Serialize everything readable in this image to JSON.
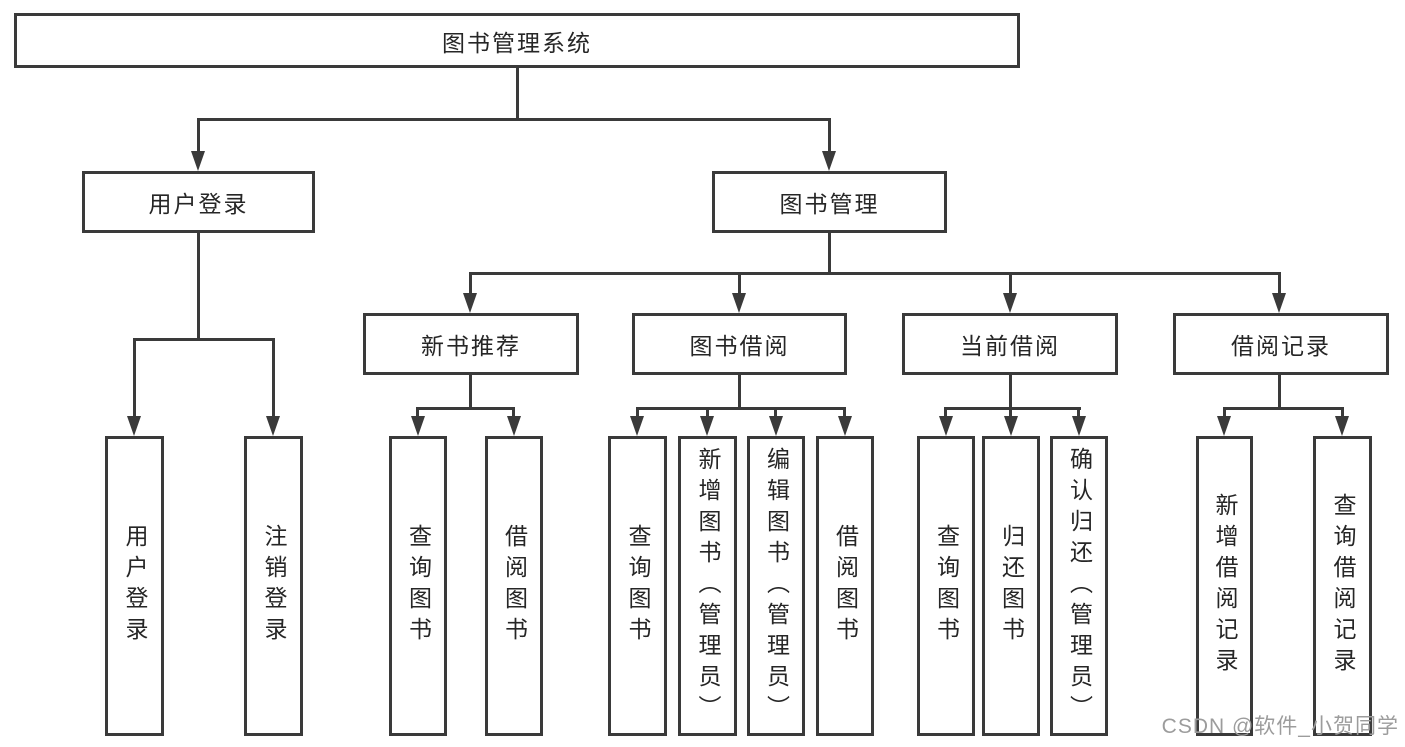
{
  "tree": {
    "root": {
      "label": "图书管理系统",
      "children": [
        {
          "label": "用户登录",
          "children": [
            {
              "label": "用户登录"
            },
            {
              "label": "注销登录"
            }
          ]
        },
        {
          "label": "图书管理",
          "children": [
            {
              "label": "新书推荐",
              "children": [
                {
                  "label": "查询图书"
                },
                {
                  "label": "借阅图书"
                }
              ]
            },
            {
              "label": "图书借阅",
              "children": [
                {
                  "label": "查询图书"
                },
                {
                  "label": "新增图书（管理员）"
                },
                {
                  "label": "编辑图书（管理员）"
                },
                {
                  "label": "借阅图书"
                }
              ]
            },
            {
              "label": "当前借阅",
              "children": [
                {
                  "label": "查询图书"
                },
                {
                  "label": "归还图书"
                },
                {
                  "label": "确认归还（管理员）"
                }
              ]
            },
            {
              "label": "借阅记录",
              "children": [
                {
                  "label": "新增借阅记录"
                },
                {
                  "label": "查询借阅记录"
                }
              ]
            }
          ]
        }
      ]
    }
  },
  "watermark": {
    "text": "CSDN @软件_小贺同学"
  },
  "colors": {
    "line": "#3a3a3a",
    "text": "#262626",
    "background": "#ffffff",
    "watermark": "#9c9c9c"
  }
}
